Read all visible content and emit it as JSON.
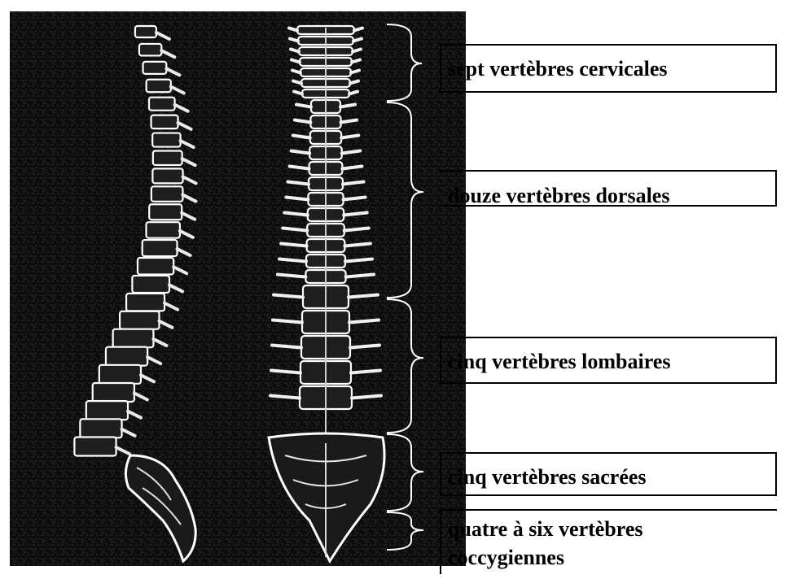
{
  "labels": {
    "cervicales": "sept vertèbres cervicales",
    "dorsales": "douze vertèbres dorsales",
    "lombaires": "cinq vertèbres lombaires",
    "sacrees": "cinq vertèbres sacrées",
    "coccygiennes_line1": "quatre à six vertèbres",
    "coccygiennes_line2": "coccygiennes"
  },
  "colors": {
    "background": "#0c0c0c",
    "bone": "#ffffff",
    "bracket": "#ffffff",
    "label_text": "#000000"
  }
}
